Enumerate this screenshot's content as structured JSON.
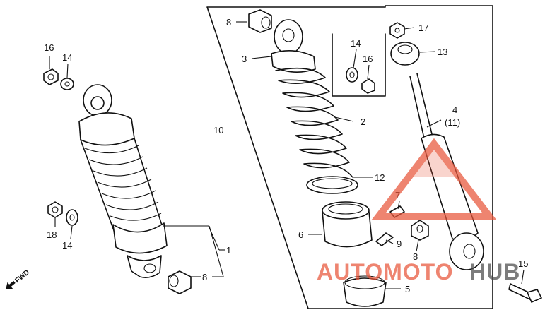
{
  "diagram": {
    "callouts": {
      "c1": "1",
      "c2": "2",
      "c3": "3",
      "c4": "4",
      "c4_alt": "(11)",
      "c5": "5",
      "c6": "6",
      "c7": "7",
      "c8_top": "8",
      "c8_mid": "8",
      "c8_left": "8",
      "c9": "9",
      "c10": "10",
      "c12": "12",
      "c13": "13",
      "c14_top": "14",
      "c14_left_top": "14",
      "c14_left_bottom": "14",
      "c15": "15",
      "c16_top": "16",
      "c16_left": "16",
      "c17": "17",
      "c18": "18"
    },
    "direction_label": "FWD",
    "watermark": {
      "part1": "AUTOMOTO",
      "part2": "HUB",
      "color_primary": "#e8553a",
      "color_secondary": "#4a4a4a"
    }
  }
}
